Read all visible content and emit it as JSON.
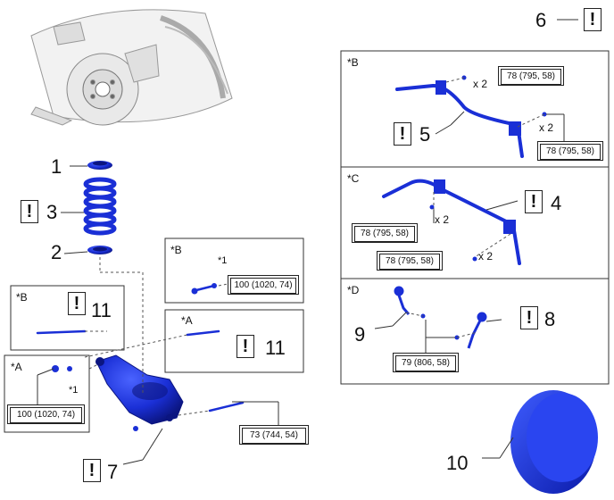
{
  "callouts": {
    "n1": "1",
    "n2": "2",
    "n3": "3",
    "n4": "4",
    "n5": "5",
    "n6": "6",
    "n7": "7",
    "n8": "8",
    "n9": "9",
    "n10": "10",
    "n11a": "11",
    "n11b": "11"
  },
  "warn_symbol": "!",
  "panels": {
    "B_top": "*B",
    "C": "*C",
    "D": "*D",
    "B_small": "*B",
    "B_left": "*B",
    "A_mid": "*A",
    "A_left": "*A"
  },
  "star1": {
    "a": "*1",
    "b": "*1"
  },
  "multipliers": {
    "x2a": "x 2",
    "x2b": "x 2",
    "x2c": "x 2",
    "x2d": "x 2"
  },
  "torques": {
    "t_b1": "78 (795, 58)",
    "t_b2": "78 (795, 58)",
    "t_c1": "78 (795, 58)",
    "t_c2": "78 (795, 58)",
    "t_d": "79 (806, 58)",
    "t_small_b": "100 (1020, 74)",
    "t_left_a": "100 (1020, 74)",
    "t_bolt": "73 (744, 54)"
  },
  "colors": {
    "part_blue": "#1a2fd6",
    "line": "#333333"
  }
}
